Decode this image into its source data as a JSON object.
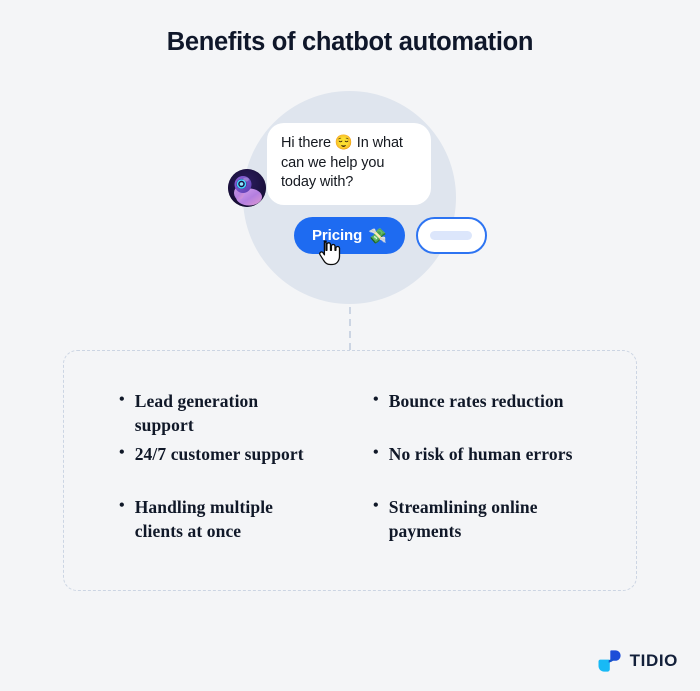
{
  "page": {
    "title": "Benefits of chatbot automation",
    "background_color": "#f4f5f7"
  },
  "chat_widget": {
    "avatar_name": "bot-avatar",
    "message": {
      "text_before_emoji": "Hi there ",
      "emoji": "😌",
      "text_after_emoji": " In what can we help you today with?",
      "full_text": "Hi there 😌 In what can we help you today with?"
    },
    "quick_replies": [
      {
        "label": "Pricing",
        "emoji": "💸",
        "style": "primary",
        "background_color": "#1e6bf1",
        "text_color": "#ffffff"
      },
      {
        "label": "",
        "style": "outline-skeleton",
        "border_color": "#2d74f2",
        "placeholder_color": "#dce6fb"
      }
    ],
    "cursor": "pointing-hand",
    "circle_color": "#dfe5ee"
  },
  "benefits": {
    "border_color": "#ccd5e3",
    "items": [
      {
        "bullet": "•",
        "label": "Lead generation support"
      },
      {
        "bullet": "•",
        "label": "Bounce rates reduction"
      },
      {
        "bullet": "•",
        "label": "24/7 customer support"
      },
      {
        "bullet": "•",
        "label": "No risk of human errors"
      },
      {
        "bullet": "•",
        "label": "Handling multiple clients at once"
      },
      {
        "bullet": "•",
        "label": "Streamlining online payments"
      }
    ]
  },
  "branding": {
    "name": "TIDIO",
    "mark_colors": {
      "dark_blue": "#1d4ed8",
      "cyan": "#18b9f5",
      "overlap": "#1753c9"
    },
    "text_color": "#13203a"
  }
}
